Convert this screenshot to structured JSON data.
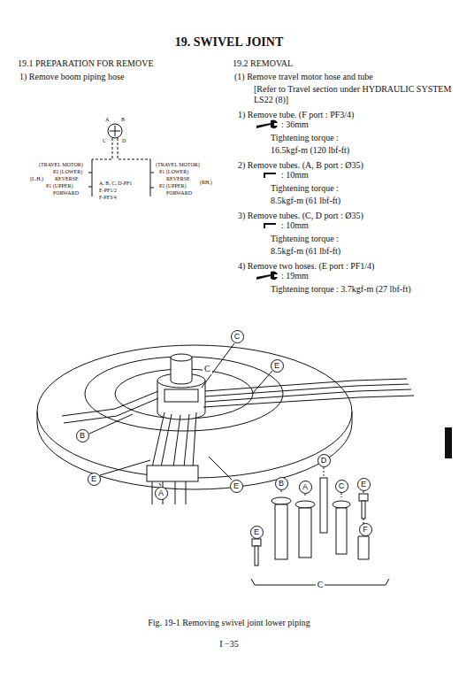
{
  "diagram": {
    "title": "19. SWIVEL JOINT",
    "caption": "Fig. 19-1 Removing swivel joint lower piping",
    "nodes": [
      {
        "text": [
          "C"
        ]
      },
      {
        "text": [
          "E"
        ]
      },
      {
        "text": [
          "B"
        ]
      },
      {
        "text": [
          "E"
        ]
      },
      {
        "text": [
          "A"
        ]
      },
      {
        "text": [
          "E"
        ]
      },
      {
        "text": [
          "D"
        ]
      },
      {
        "text": [
          "B"
        ]
      },
      {
        "text": [
          "A"
        ]
      },
      {
        "text": [
          "C"
        ]
      },
      {
        "text": [
          "E"
        ]
      },
      {
        "text": [
          "E"
        ]
      },
      {
        "text": [
          "F"
        ]
      }
    ],
    "labels": [
      "19.1 PREPARATION FOR REMOVE",
      "1) Remove boom piping hose",
      "19.2 REMOVAL",
      "(1) Remove travel motor hose and tube",
      "[Refer to Travel section under HYDRAULIC SYSTEM LS22 (8)]",
      "1) Remove tube. (F port : PF3/4)",
      ": 36mm",
      "Tightening torque :",
      "16.5kgf-m (120 lbf-ft)",
      "2) Remove tubes. (A, B port : Ø35)",
      ": 10mm",
      "Tightening torque :",
      "8.5kgf-m (61 lbf-ft)",
      "3) Remove tubes. (C, D port : Ø35)",
      ": 10mm",
      "Tightening torque :",
      "8.5kgf-m (61 lbf-ft)",
      "4) Remove two hoses. (E port : PF1/4)",
      ": 19mm",
      "Tightening torque : 3.7kgf-m (27 lbf-ft)",
      "A",
      "B",
      "C",
      "D",
      "(TRAVEL MOTOR)",
      "P2 (LOWER)",
      "(L.H.)",
      "REVERSE",
      "P1 (UPPER)",
      "FORWARD",
      "A, B, C, D-PF1",
      "E-PF1/2",
      "F-PF3/4",
      "(TRAVEL MOTOR)",
      "P1 (LOWER)",
      "REVERSE",
      "(RH.)",
      "P2 (UPPER)",
      "FORWARD",
      "C",
      "C",
      "I −35"
    ]
  }
}
